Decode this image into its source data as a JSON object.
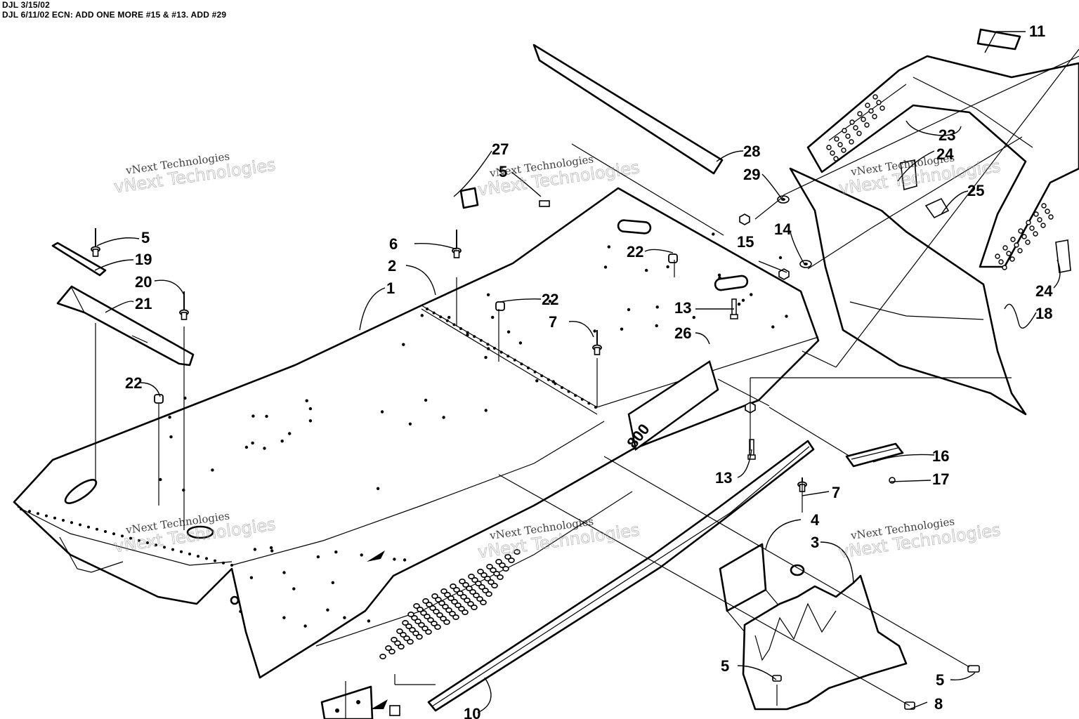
{
  "header": {
    "line1": "DJL 3/15/02",
    "line2": "DJL 6/11/02 ECN: ADD ONE MORE #15 & #13. ADD #29"
  },
  "watermark": {
    "line1": "vNext Technologies",
    "line2": "vNext Technologies"
  },
  "badge_text": "800",
  "callouts": [
    {
      "id": "c1",
      "label": "1"
    },
    {
      "id": "c2",
      "label": "2"
    },
    {
      "id": "c3",
      "label": "3"
    },
    {
      "id": "c4",
      "label": "4"
    },
    {
      "id": "c5a",
      "label": "5"
    },
    {
      "id": "c5b",
      "label": "5"
    },
    {
      "id": "c5c",
      "label": "5"
    },
    {
      "id": "c5d",
      "label": "5"
    },
    {
      "id": "c6",
      "label": "6"
    },
    {
      "id": "c7a",
      "label": "7"
    },
    {
      "id": "c7b",
      "label": "7"
    },
    {
      "id": "c8",
      "label": "8"
    },
    {
      "id": "c10",
      "label": "10"
    },
    {
      "id": "c11",
      "label": "11"
    },
    {
      "id": "c13a",
      "label": "13"
    },
    {
      "id": "c13b",
      "label": "13"
    },
    {
      "id": "c14",
      "label": "14"
    },
    {
      "id": "c15",
      "label": "15"
    },
    {
      "id": "c16",
      "label": "16"
    },
    {
      "id": "c17",
      "label": "17"
    },
    {
      "id": "c18",
      "label": "18"
    },
    {
      "id": "c19",
      "label": "19"
    },
    {
      "id": "c20",
      "label": "20"
    },
    {
      "id": "c21",
      "label": "21"
    },
    {
      "id": "c22a",
      "label": "22"
    },
    {
      "id": "c22b",
      "label": "22"
    },
    {
      "id": "c22c",
      "label": "22"
    },
    {
      "id": "c23",
      "label": "23"
    },
    {
      "id": "c24a",
      "label": "24"
    },
    {
      "id": "c24b",
      "label": "24"
    },
    {
      "id": "c25",
      "label": "25"
    },
    {
      "id": "c26",
      "label": "26"
    },
    {
      "id": "c27",
      "label": "27"
    },
    {
      "id": "c28",
      "label": "28"
    },
    {
      "id": "c29",
      "label": "29"
    }
  ]
}
